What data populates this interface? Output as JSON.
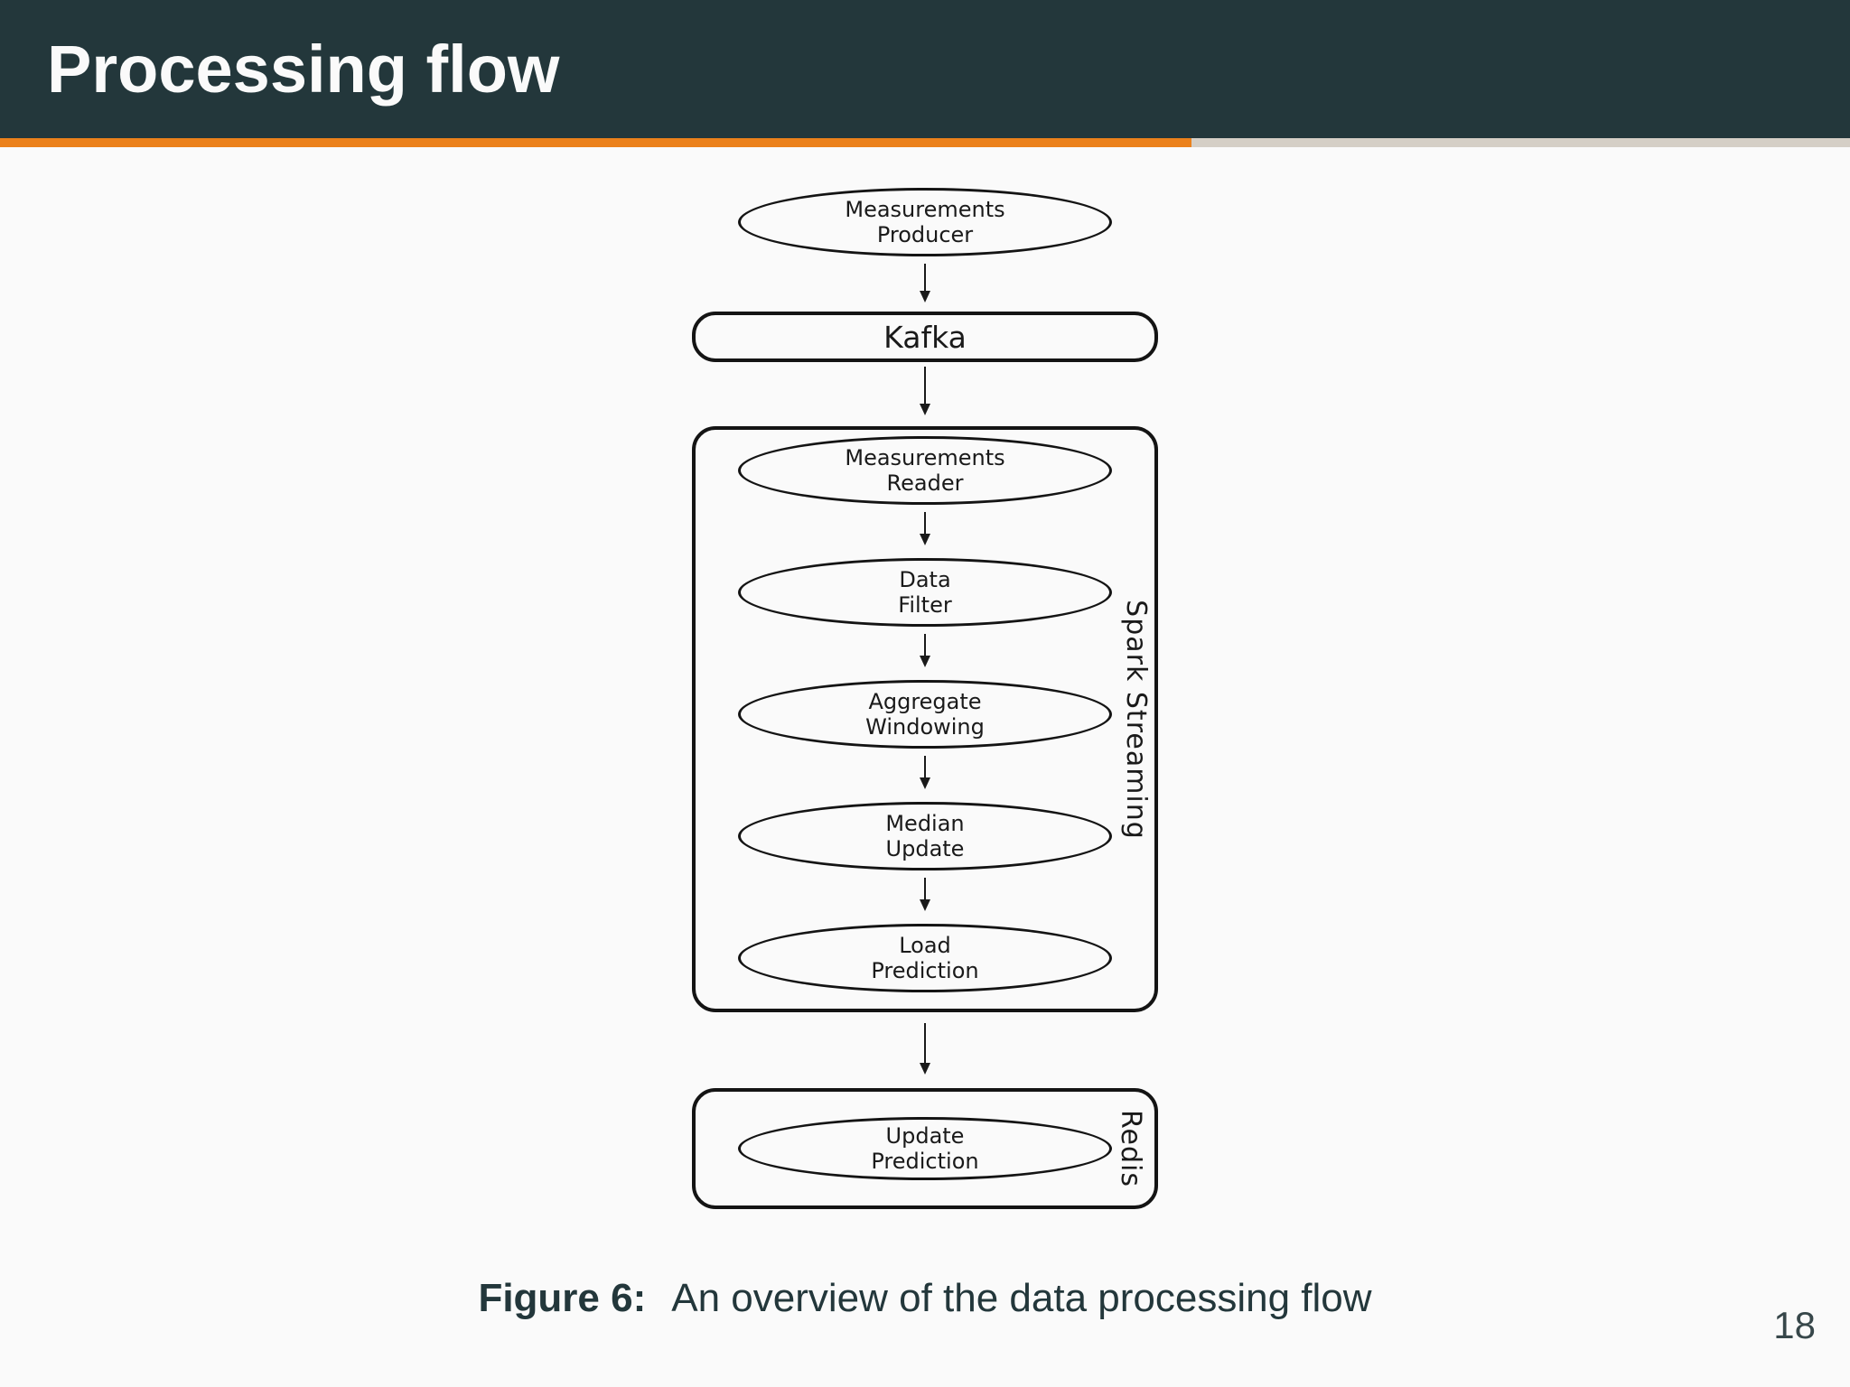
{
  "header": {
    "title": "Processing flow",
    "progress_percent": 64.4
  },
  "colors": {
    "header-bg": "#23373B",
    "title-text": "#FAFAFA",
    "accent": "#EB811B",
    "progress-track": "#D5CFC6",
    "slide-bg": "#FAFAFA",
    "stroke": "#141414",
    "caption-text": "#23373B"
  },
  "diagram": {
    "producer": {
      "line1": "Measurements",
      "line2": "Producer"
    },
    "kafka": {
      "label": "Kafka"
    },
    "spark": {
      "label": "Spark Streaming",
      "reader": {
        "line1": "Measurements",
        "line2": "Reader"
      },
      "filter": {
        "line1": "Data",
        "line2": "Filter"
      },
      "aggregate": {
        "line1": "Aggregate",
        "line2": "Windowing"
      },
      "median": {
        "line1": "Median",
        "line2": "Update"
      },
      "load": {
        "line1": "Load",
        "line2": "Prediction"
      }
    },
    "redis": {
      "label": "Redis",
      "update": {
        "line1": "Update",
        "line2": "Prediction"
      }
    }
  },
  "caption": {
    "label": "Figure 6:",
    "text": "An overview of the data processing flow"
  },
  "footer": {
    "page_number": "18"
  }
}
